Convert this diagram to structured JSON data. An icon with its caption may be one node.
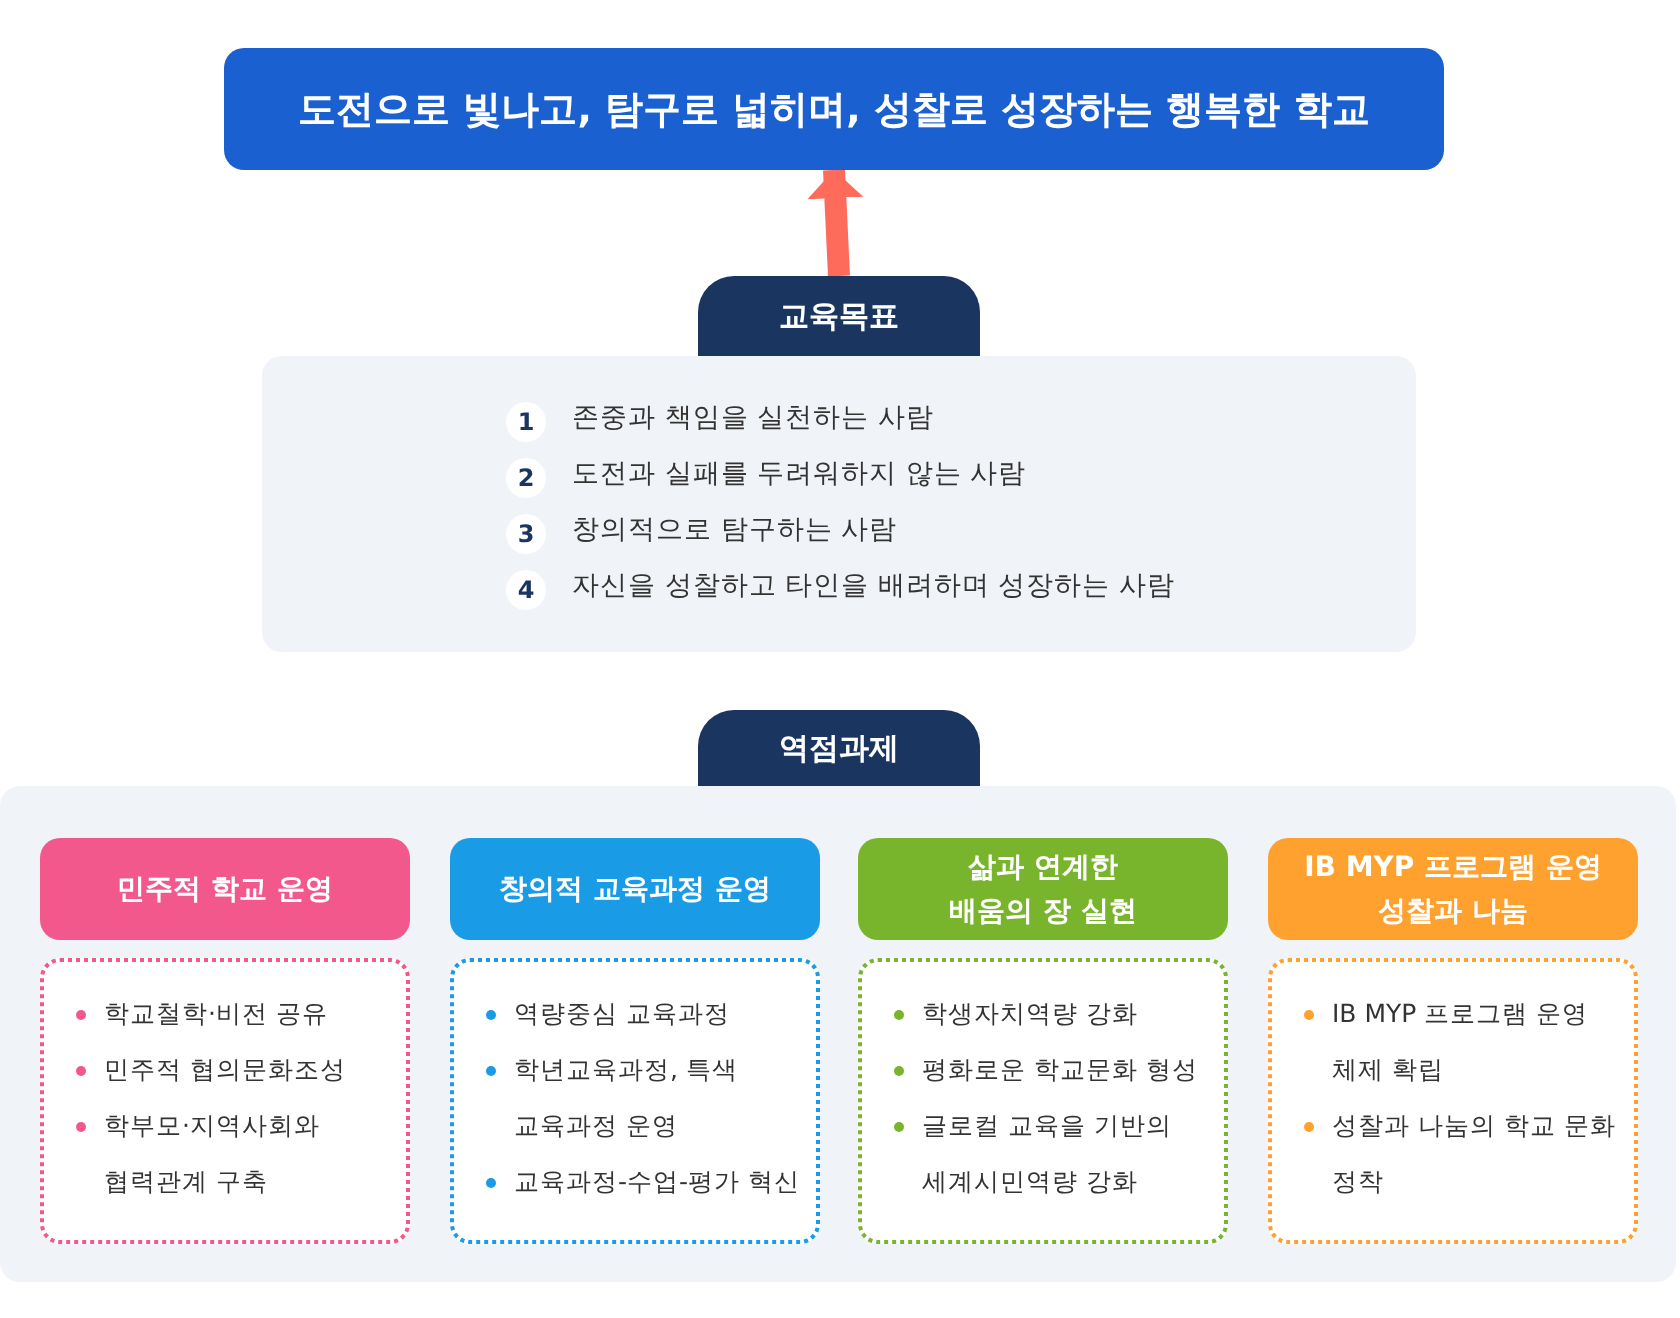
{
  "diagram": {
    "nodes": [
      {
        "text": [
          "도전으로 빛나고, 탐구로 넓히며, 성찰로 성장하는 행복한 학교"
        ]
      },
      {
        "text": [
          "교육목표"
        ]
      },
      {
        "text": [
          "존중과 책임을 실천하는 사람",
          "도전과 실패를 두려워하지 않는 사람",
          "창의적으로 탐구하는 사람",
          "자신을 성찰하고 타인을 배려하며 성장하는 사람"
        ]
      },
      {
        "text": [
          "역점과제"
        ]
      },
      {
        "text": [],
        "shape": "box"
      },
      {
        "text": [
          "민주적 학교 운영"
        ],
        "in": 4
      },
      {
        "text": [
          "학교철학·비전 공유",
          "민주적 협의문화조성",
          "학부모·지역사회와 협력관계 구축"
        ],
        "in": 4
      },
      {
        "text": [
          "창의적 교육과정 운영"
        ],
        "in": 4
      },
      {
        "text": [
          "역량중심 교육과정",
          "학년교육과정, 특색 교육과정 운영",
          "교육과정-수업-평가 혁신"
        ],
        "in": 4
      },
      {
        "text": [
          "삶과 연계한 배움의 장 실현"
        ],
        "in": 4
      },
      {
        "text": [
          "학생자치역량 강화",
          "평화로운 학교문화 형성",
          "글로컬 교육을 기반의 세계시민역량 강화"
        ],
        "in": 4
      },
      {
        "text": [
          "IB MYP 프로그램 운영 성찰과 나눔"
        ],
        "in": 4
      },
      {
        "text": [
          "IB MYP 프로그램 운영 체제 확립",
          "성찰과 나눔의 학교 문화 정착"
        ],
        "in": 4
      }
    ],
    "edges": [
      {
        "from": 1,
        "to": 0,
        "arrow": "to"
      }
    ],
    "labels": [
      "1",
      "2",
      "3",
      "4"
    ]
  }
}
